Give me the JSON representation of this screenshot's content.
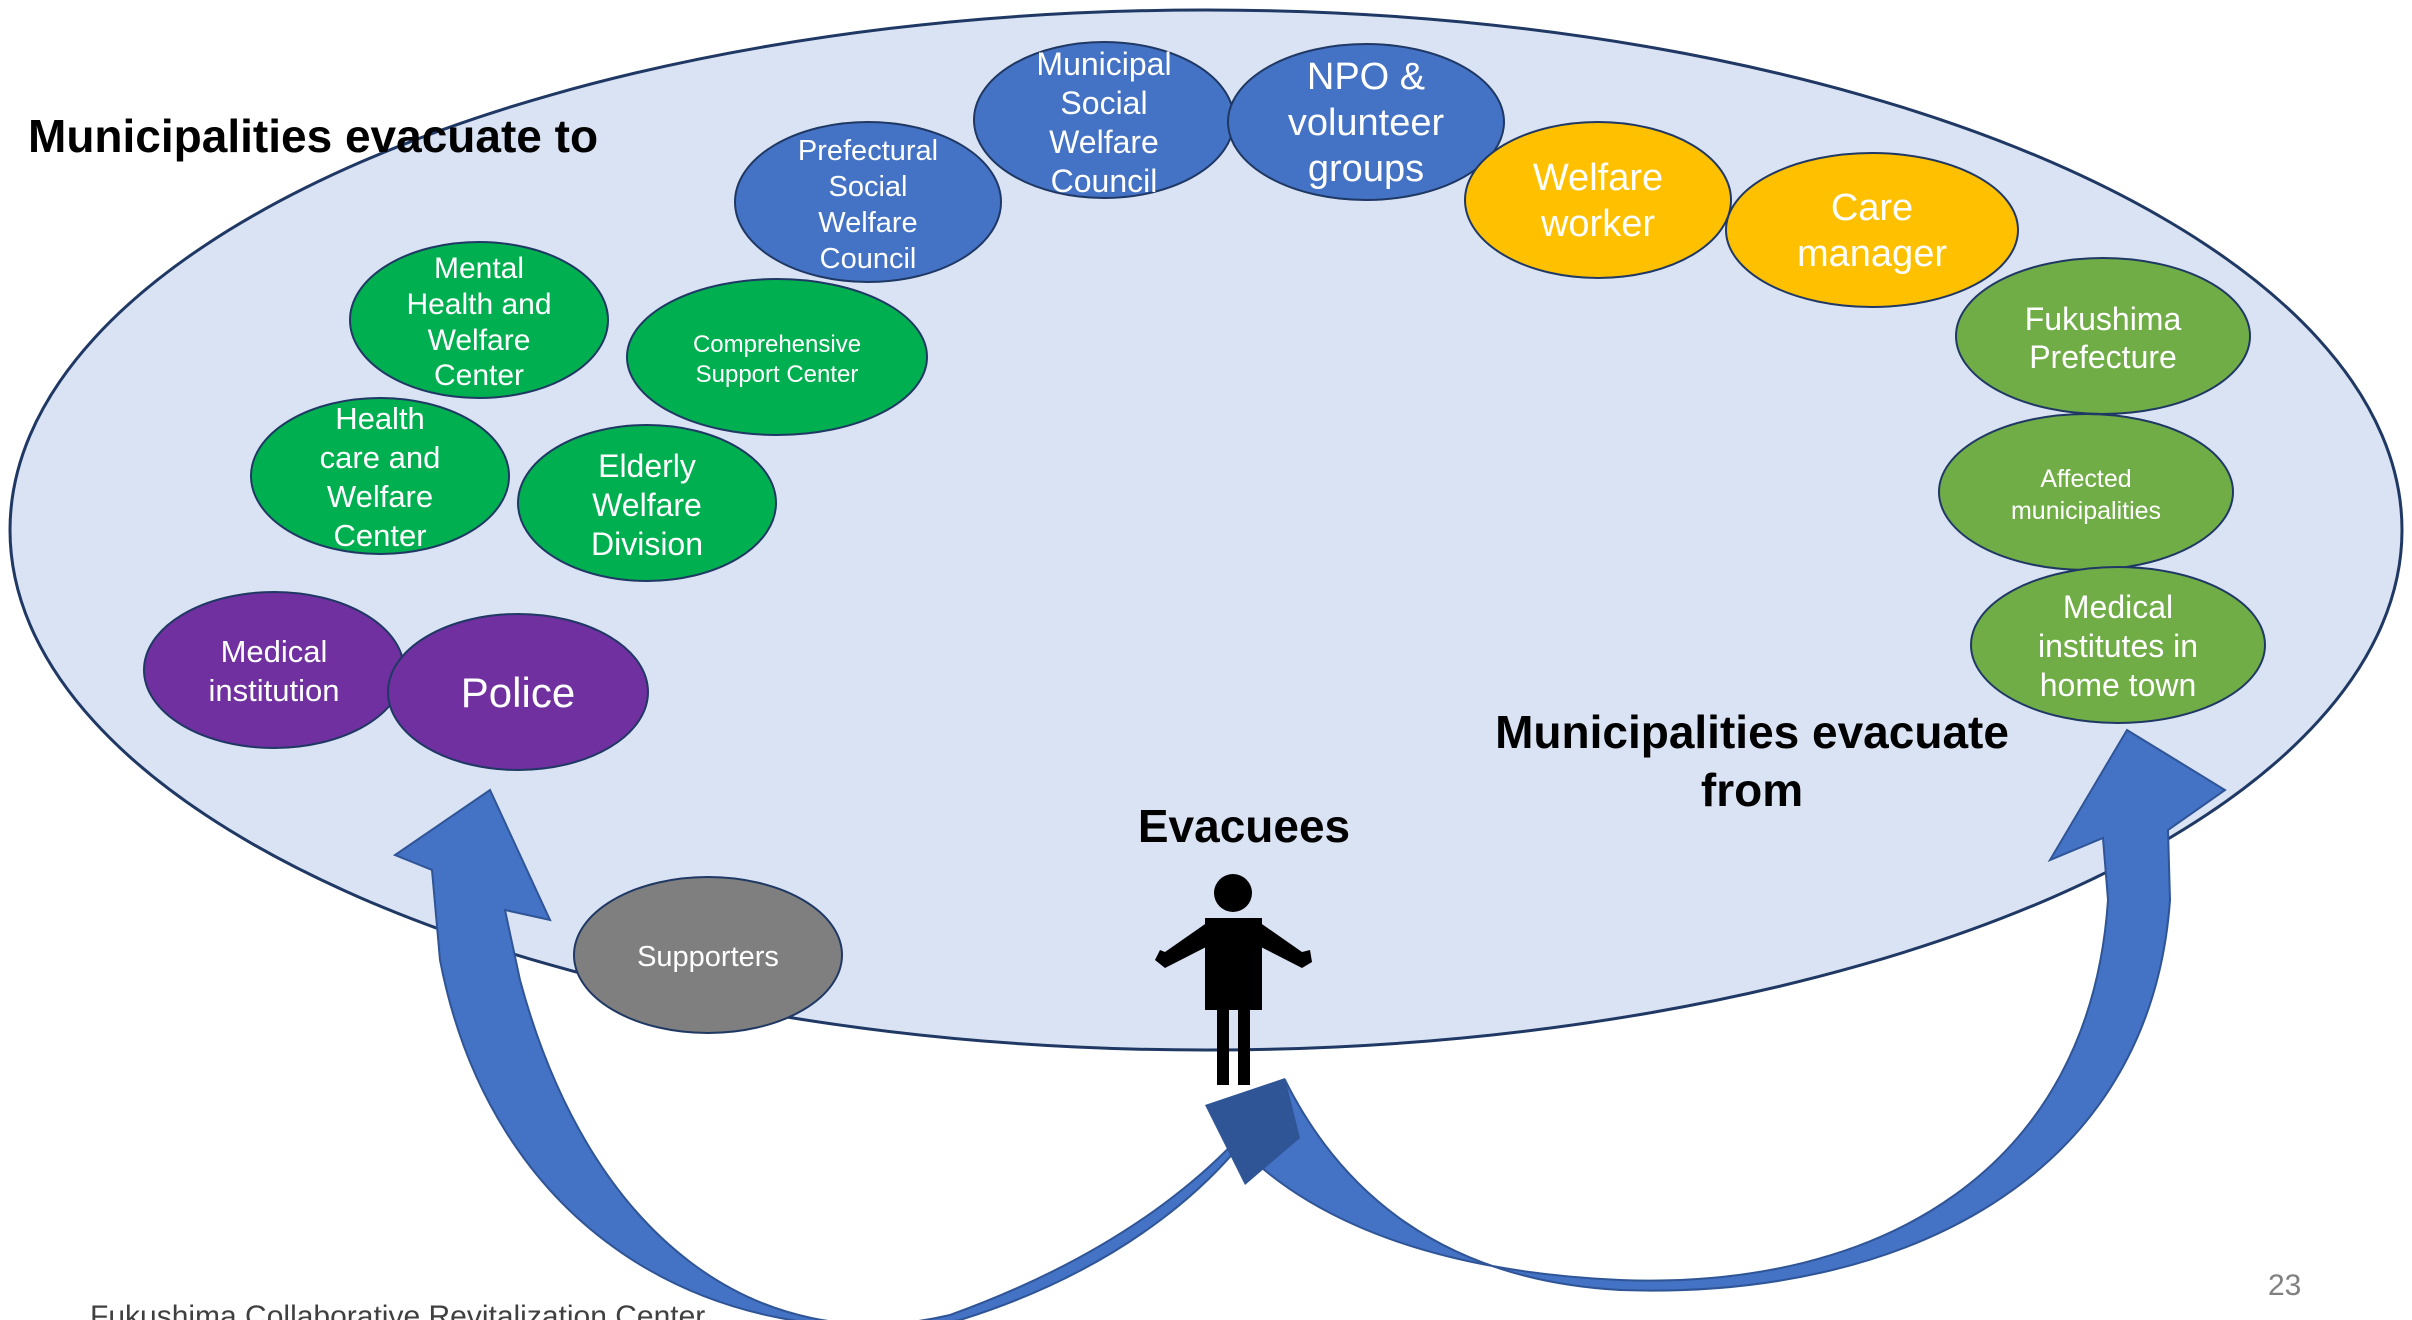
{
  "headings": {
    "to": "Municipalities evacuate to",
    "from_line1": "Municipalities evacuate",
    "from_line2": "from",
    "evacuees": "Evacuees"
  },
  "nodes": {
    "municipal_council": [
      "Municipal",
      "Social",
      "Welfare",
      "Council"
    ],
    "npo": [
      "NPO &",
      "volunteer",
      "groups"
    ],
    "prefectural_council": [
      "Prefectural",
      "Social",
      "Welfare",
      "Council"
    ],
    "welfare_worker": [
      "Welfare",
      "worker"
    ],
    "care_manager": [
      "Care",
      "manager"
    ],
    "mental_health": [
      "Mental",
      "Health and",
      "Welfare",
      "Center"
    ],
    "comprehensive": [
      "Comprehensive",
      "Support Center"
    ],
    "health_care": [
      "Health",
      "care and",
      "Welfare",
      "Center"
    ],
    "elderly": [
      "Elderly",
      "Welfare",
      "Division"
    ],
    "fukushima": [
      "Fukushima",
      "Prefecture"
    ],
    "affected": [
      "Affected",
      "municipalities"
    ],
    "medical_home": [
      "Medical",
      "institutes in",
      "home town"
    ],
    "medical_institution": [
      "Medical",
      "institution"
    ],
    "police": [
      "Police"
    ],
    "supporters": [
      "Supporters"
    ]
  },
  "footer": {
    "organization": "Fukushima Collaborative Revitalization Center",
    "page_number": "23"
  },
  "colors": {
    "background_ellipse": "#dae3f3",
    "ellipse_border": "#1f3864",
    "blue": "#4472c4",
    "yellow": "#ffc000",
    "green": "#00b050",
    "olive_green": "#70ad47",
    "purple": "#7030a0",
    "gray": "#7f7f7f",
    "arrow": "#4472c4"
  }
}
